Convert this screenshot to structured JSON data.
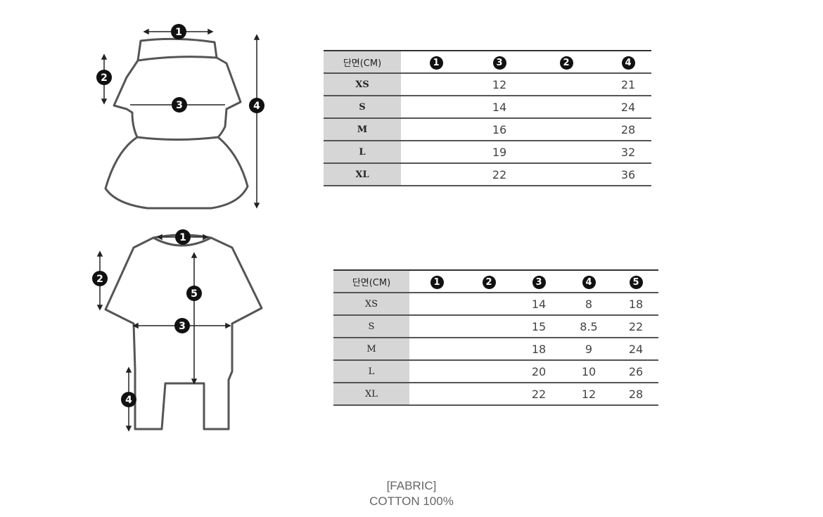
{
  "table_dress": {
    "header_label": "단면(CM)",
    "columns": [
      "1",
      "3",
      "2",
      "4"
    ],
    "rows": [
      {
        "size": "XS",
        "values": [
          "",
          "12",
          "",
          "21"
        ]
      },
      {
        "size": "S",
        "values": [
          "",
          "14",
          "",
          "24"
        ]
      },
      {
        "size": "M",
        "values": [
          "",
          "16",
          "",
          "28"
        ]
      },
      {
        "size": "L",
        "values": [
          "",
          "19",
          "",
          "32"
        ]
      },
      {
        "size": "XL",
        "values": [
          "",
          "22",
          "",
          "36"
        ]
      }
    ]
  },
  "table_romper": {
    "header_label": "단면(CM)",
    "columns": [
      "1",
      "2",
      "3",
      "4",
      "5"
    ],
    "rows": [
      {
        "size": "XS",
        "values": [
          "",
          "",
          "14",
          "8",
          "18"
        ]
      },
      {
        "size": "S",
        "values": [
          "",
          "",
          "15",
          "8.5",
          "22"
        ]
      },
      {
        "size": "M",
        "values": [
          "",
          "",
          "18",
          "9",
          "24"
        ]
      },
      {
        "size": "L",
        "values": [
          "",
          "",
          "20",
          "10",
          "26"
        ]
      },
      {
        "size": "XL",
        "values": [
          "",
          "",
          "22",
          "12",
          "28"
        ]
      }
    ]
  },
  "diagram_dress": {
    "markers": [
      "1",
      "2",
      "3",
      "4"
    ]
  },
  "diagram_romper": {
    "markers": [
      "1",
      "2",
      "3",
      "4",
      "5"
    ]
  },
  "fabric": {
    "title": "[FABRIC]",
    "content": "COTTON 100%"
  }
}
